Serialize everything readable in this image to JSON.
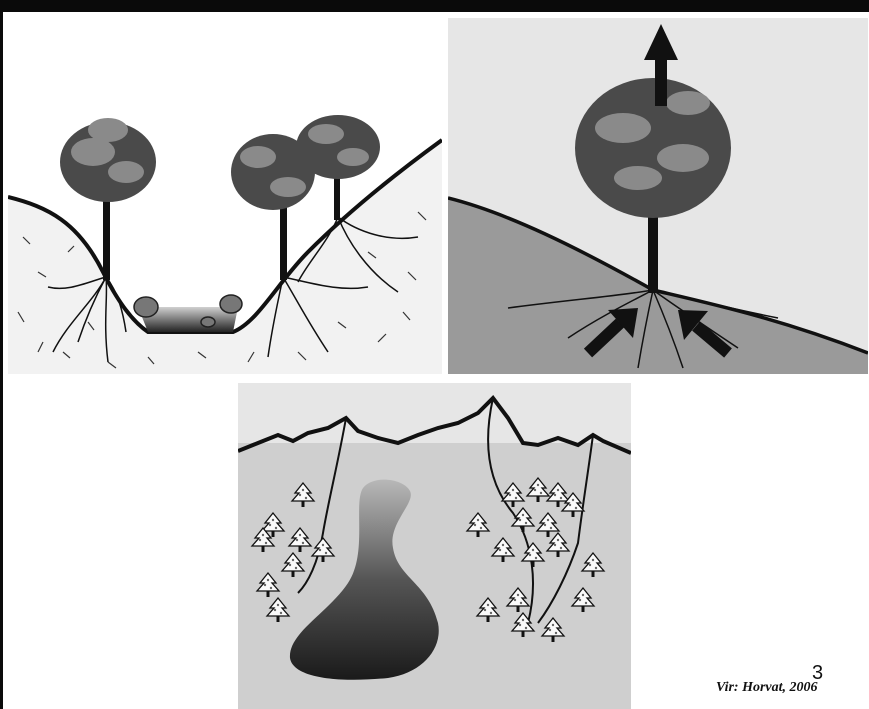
{
  "figure": {
    "panels": [
      {
        "id": "valley",
        "subject": "trees-on-valley-slopes-with-roots"
      },
      {
        "id": "slope",
        "subject": "single-tree-on-slope-with-upward-and-root-arrows"
      },
      {
        "id": "mountain",
        "subject": "snowy-conifers-beside-avalanche-track"
      }
    ]
  },
  "page": {
    "credit": "Vir: Horvat, 2006",
    "number": "3"
  },
  "colors": {
    "ink": "#111111",
    "foliage_dark": "#4a4a4a",
    "foliage_light": "#8a8a8a",
    "slope_fill": "#9a9a9a",
    "sky_light": "#e6e6e6"
  }
}
